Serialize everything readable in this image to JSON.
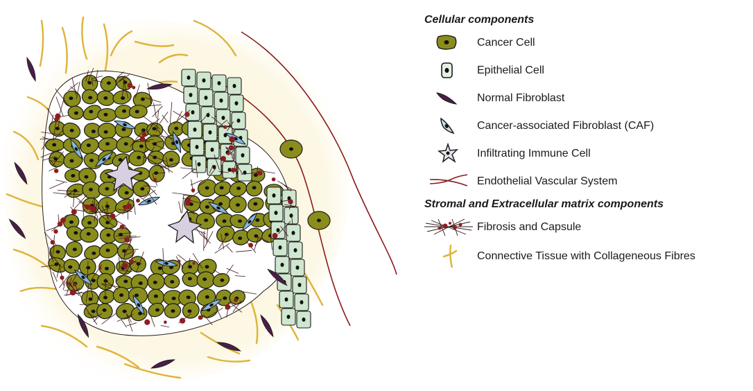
{
  "legend": {
    "cellular_heading": "Cellular components",
    "cellular_items": [
      {
        "label": "Cancer Cell",
        "icon": "cancer-cell-icon"
      },
      {
        "label": "Epithelial Cell",
        "icon": "epithelial-cell-icon"
      },
      {
        "label": "Normal Fibroblast",
        "icon": "normal-fibroblast-icon"
      },
      {
        "label": "Cancer-associated Fibroblast (CAF)",
        "icon": "caf-icon"
      },
      {
        "label": "Infiltrating Immune Cell",
        "icon": "immune-cell-icon"
      },
      {
        "label": "Endothelial Vascular System",
        "icon": "vascular-icon"
      }
    ],
    "stromal_heading": "Stromal and Extracellular matrix components",
    "stromal_items": [
      {
        "label": "Fibrosis and Capsule",
        "icon": "fibrosis-icon"
      },
      {
        "label": "Connective Tissue with Collageneous Fibres",
        "icon": "collagen-fibre-icon"
      }
    ]
  },
  "colors": {
    "cancer_cell": "#8a8d1c",
    "epithelial_cell": "#cfe6cf",
    "normal_fibroblast": "#4a1f47",
    "caf": "#86b7dc",
    "immune_cell": "#d8cfe0",
    "vessel": "#8b1a1a",
    "fibrosis": "#8c1e22",
    "collagen": "#e0b43c",
    "stroma_bg": "#fbf6dc"
  }
}
